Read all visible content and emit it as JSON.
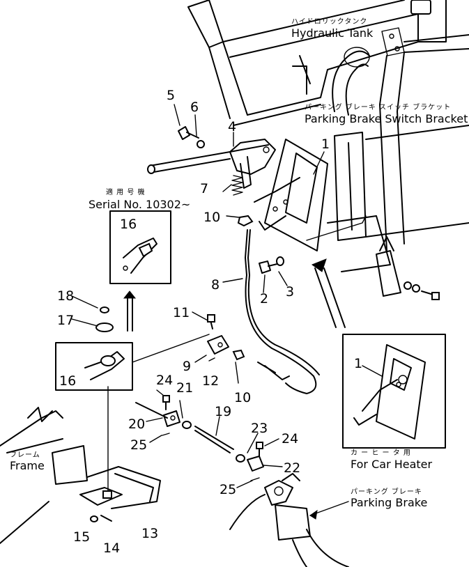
{
  "callouts": {
    "tank_jp": "ハイドロリックタンク",
    "tank_en": "Hydraulic Tank",
    "bracket_jp": "パーキング ブレーキ スイッチ ブラケット",
    "bracket_en": "Parking Brake Switch Bracket",
    "serial_jp": "適 用 号 機",
    "serial_en": "Serial No. 10302~",
    "frame_jp": "フレーム",
    "frame_en": "Frame",
    "heater_jp": "カ ー ヒ ー タ 用",
    "heater_en": "For Car Heater",
    "brake_jp": "パーキング ブレーキ",
    "brake_en": "Parking Brake"
  },
  "parts": {
    "p1": "1",
    "p1b": "1",
    "p2": "2",
    "p3": "3",
    "p4": "4",
    "p5": "5",
    "p6": "6",
    "p7": "7",
    "p8": "8",
    "p9": "9",
    "p10": "10",
    "p10b": "10",
    "p11": "11",
    "p12": "12",
    "p13": "13",
    "p14": "14",
    "p15": "15",
    "p16": "16",
    "p16b": "16",
    "p17": "17",
    "p18": "18",
    "p19": "19",
    "p20": "20",
    "p21": "21",
    "p22": "22",
    "p23": "23",
    "p24": "24",
    "p24b": "24",
    "p25": "25",
    "p25b": "25"
  }
}
